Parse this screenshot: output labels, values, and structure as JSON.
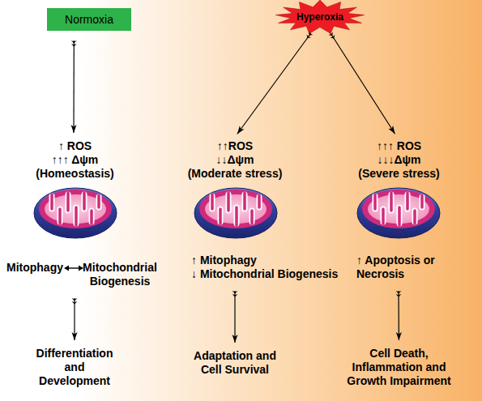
{
  "diagram": {
    "nodes": [
      {
        "text": [
          "Normoxia"
        ]
      },
      {
        "text": [
          "Hyperoxia"
        ]
      },
      {
        "text": [
          "↑ ROS",
          "↑↑↑ Δψm",
          "(Homeostasis)"
        ]
      },
      {
        "text": [
          "↑↑ROS",
          "↓↓Δψm",
          "(Moderate stress)"
        ]
      },
      {
        "text": [
          "↑↑↑ ROS",
          "↓↓↓Δψm",
          "(Severe stress)"
        ]
      },
      {
        "text": [
          "Mitophagy",
          "Mitochondrial Biogenesis"
        ]
      },
      {
        "text": [
          "↑ Mitophagy",
          "↓ Mitochondrial Biogenesis"
        ]
      },
      {
        "text": [
          "↑ Apoptosis or Necrosis"
        ]
      },
      {
        "text": [
          "Differentiation and Development"
        ]
      },
      {
        "text": [
          "Adaptation and Cell Survival"
        ]
      },
      {
        "text": [
          "Cell Death, Inflammation and Growth Impairment"
        ]
      }
    ],
    "edges": [
      {
        "from": 0,
        "to": 2,
        "arrow": "to"
      },
      {
        "from": 1,
        "to": 3,
        "arrow": "to"
      },
      {
        "from": 1,
        "to": 4,
        "arrow": "to"
      },
      {
        "from": 5,
        "to": 8,
        "arrow": "to"
      },
      {
        "from": 6,
        "to": 9,
        "arrow": "to"
      },
      {
        "from": 7,
        "to": 10,
        "arrow": "to"
      }
    ]
  }
}
